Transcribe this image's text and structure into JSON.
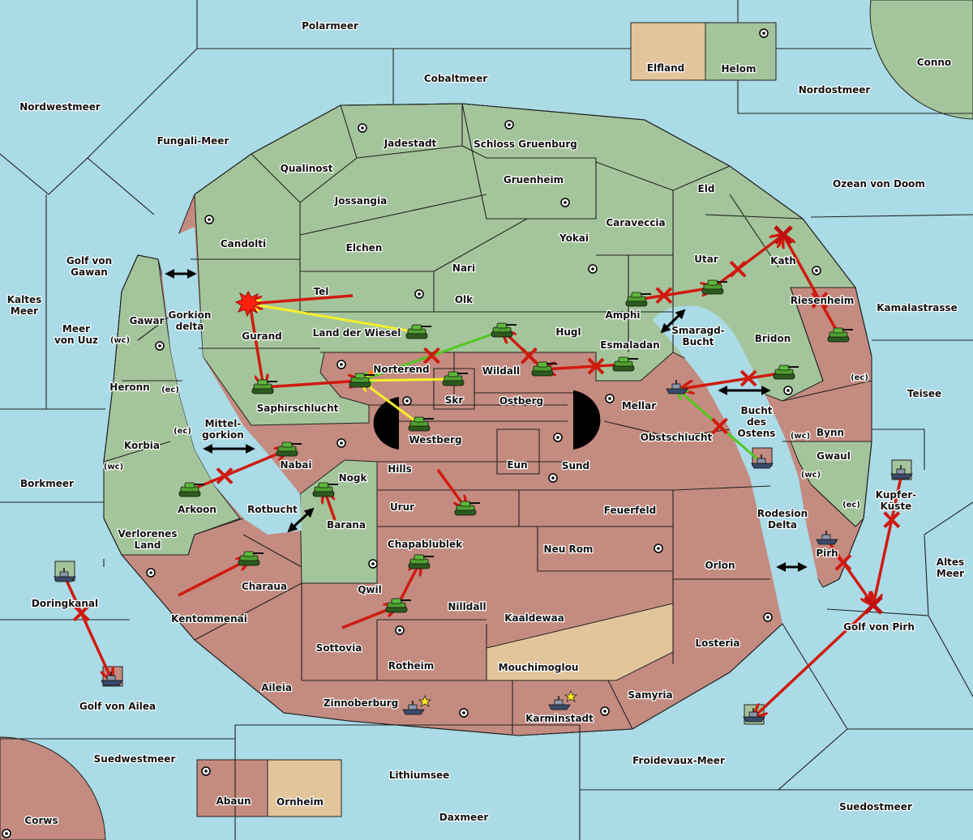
{
  "colors": {
    "sea": "#aadbe7",
    "land_green": "#a4c59b",
    "land_red": "#c48b80",
    "land_tan": "#e3c59c",
    "move_order": "#d01a10",
    "support_order": "#f4f02a",
    "convoy_order": "#50c820",
    "failed_mark": "#d01a10"
  },
  "labels": [
    [
      "Polarmeer"
    ],
    [
      "Cobaltmeer"
    ],
    [
      "Elfland"
    ],
    [
      "Helom"
    ],
    [
      "Conno"
    ],
    [
      "Nordostmeer"
    ],
    [
      "Nordwestmeer"
    ],
    [
      "Fungali-Meer"
    ],
    [
      "Jadestadt"
    ],
    [
      "Schloss Gruenburg"
    ],
    [
      "Qualinost"
    ],
    [
      "Gruenheim"
    ],
    [
      "Eld"
    ],
    [
      "Ozean von Doom"
    ],
    [
      "Jossangia"
    ],
    [
      "Caraveccia"
    ],
    [
      "Candolti"
    ],
    [
      "Yokai"
    ],
    [
      "Elchen"
    ],
    [
      "Golf von",
      "Gawan"
    ],
    [
      "Utar"
    ],
    [
      "Kath"
    ],
    [
      "Nari"
    ],
    [
      "Tel"
    ],
    [
      "Kaltes",
      "Meer"
    ],
    [
      "Olk"
    ],
    [
      "Riesenheim"
    ],
    [
      "Kamalastrasse"
    ],
    [
      "Amphi"
    ],
    [
      "Gawar"
    ],
    [
      "Gorkion",
      "delta"
    ],
    [
      "Meer",
      "von Uuz"
    ],
    [
      "(wc)"
    ],
    [
      "Land der Wiesel"
    ],
    [
      "Gurand"
    ],
    [
      "Hugl"
    ],
    [
      "Smaragd-",
      "Bucht"
    ],
    [
      "Bridon"
    ],
    [
      "Esmaladan"
    ],
    [
      "Norterend"
    ],
    [
      "Wildall"
    ],
    [
      "(ec)"
    ],
    [
      "Heronn"
    ],
    [
      "(ec)"
    ],
    [
      "Teisee"
    ],
    [
      "Skr"
    ],
    [
      "Ostberg"
    ],
    [
      "Mellar"
    ],
    [
      "Saphirschlucht"
    ],
    [
      "Bucht",
      "des",
      "Ostens"
    ],
    [
      "Mittel-",
      "gorkion"
    ],
    [
      "(ec)"
    ],
    [
      "Bynn"
    ],
    [
      "(wc)"
    ],
    [
      "Westberg"
    ],
    [
      "Obstschlucht"
    ],
    [
      "Korbia"
    ],
    [
      "Gwaul"
    ],
    [
      "Nabai"
    ],
    [
      "(wc)"
    ],
    [
      "Eun"
    ],
    [
      "Sund"
    ],
    [
      "Hills"
    ],
    [
      "(wc)"
    ],
    [
      "Nogk"
    ],
    [
      "Borkmeer"
    ],
    [
      "Kupfer-",
      "Küste"
    ],
    [
      "Urur"
    ],
    [
      "Feuerfeld"
    ],
    [
      "Rotbucht"
    ],
    [
      "Arkoon"
    ],
    [
      "(ec)"
    ],
    [
      "Rodesion",
      "Delta"
    ],
    [
      "Barana"
    ],
    [
      "Verlorenes",
      "Land"
    ],
    [
      "Chapablublek"
    ],
    [
      "Neu Rom"
    ],
    [
      "Pirh"
    ],
    [
      "Altes",
      "Meer"
    ],
    [
      "Orlon"
    ],
    [
      "Charaua"
    ],
    [
      "Qwil"
    ],
    [
      "Doringkanal"
    ],
    [
      "Nilldall"
    ],
    [
      "Kentommenai"
    ],
    [
      "Kaaldewaa"
    ],
    [
      "Golf von Pirh"
    ],
    [
      "Losteria"
    ],
    [
      "Sottovia"
    ],
    [
      "Rotheim"
    ],
    [
      "Mouchimoglou"
    ],
    [
      "Aileia"
    ],
    [
      "Samyria"
    ],
    [
      "Zinnoberburg"
    ],
    [
      "Golf von Ailea"
    ],
    [
      "Suedwestmeer"
    ],
    [
      "Froidevaux-Meer"
    ],
    [
      "Karminstadt"
    ],
    [
      "Lithiumsee"
    ],
    [
      "Abaun"
    ],
    [
      "Ornheim"
    ],
    [
      "Suedostmeer"
    ],
    [
      "Daxmeer"
    ],
    [
      "Corws"
    ]
  ],
  "units": [
    {
      "type": "army",
      "location": "Land der Wiesel"
    },
    {
      "type": "army",
      "location": "Hugl"
    },
    {
      "type": "army",
      "location": "Wildall"
    },
    {
      "type": "army",
      "location": "Esmaladan"
    },
    {
      "type": "army",
      "location": "Amphi"
    },
    {
      "type": "army",
      "location": "Utar"
    },
    {
      "type": "army",
      "location": "Riesenheim"
    },
    {
      "type": "army",
      "location": "Bridon"
    },
    {
      "type": "army",
      "location": "Norterend"
    },
    {
      "type": "army",
      "location": "Skr"
    },
    {
      "type": "army",
      "location": "Westberg"
    },
    {
      "type": "army",
      "location": "Saphirschlucht"
    },
    {
      "type": "army",
      "location": "Nabai"
    },
    {
      "type": "army",
      "location": "Arkoon"
    },
    {
      "type": "army",
      "location": "Nogk"
    },
    {
      "type": "army",
      "location": "Urur"
    },
    {
      "type": "army",
      "location": "Charaua"
    },
    {
      "type": "army",
      "location": "Chapablublek"
    },
    {
      "type": "army",
      "location": "Qwil"
    },
    {
      "type": "fleet",
      "location": "Smaragd-Bucht"
    },
    {
      "type": "fleet",
      "location": "Bucht des Ostens"
    },
    {
      "type": "fleet",
      "location": "Kupfer-Küste"
    },
    {
      "type": "fleet",
      "location": "Pirh"
    },
    {
      "type": "fleet",
      "location": "Doringkanal"
    },
    {
      "type": "fleet",
      "location": "Golf von Ailea"
    },
    {
      "type": "fleet",
      "location": "Zinnoberburg"
    },
    {
      "type": "fleet",
      "location": "Karminstadt"
    },
    {
      "type": "fleet",
      "location": "Froidevaux-Meer"
    }
  ],
  "orders": [
    {
      "kind": "move",
      "from": "Tel",
      "to": "Gurand",
      "status": "ok"
    },
    {
      "kind": "move",
      "from": "Gurand",
      "to": "Saphirschlucht",
      "status": "ok"
    },
    {
      "kind": "move",
      "from": "Saphirschlucht",
      "to": "Norterend",
      "status": "ok"
    },
    {
      "kind": "move",
      "from": "Arkoon",
      "to": "Nabai",
      "status": "failed"
    },
    {
      "kind": "move",
      "from": "Barana",
      "to": "Nogk",
      "status": "ok"
    },
    {
      "kind": "move",
      "from": "Hills",
      "to": "Urur",
      "status": "ok"
    },
    {
      "kind": "move",
      "from": "Kentommenai",
      "to": "Charaua",
      "status": "ok"
    },
    {
      "kind": "move",
      "from": "Qwil",
      "to": "Chapablublek",
      "status": "ok"
    },
    {
      "kind": "move",
      "from": "Sottovia",
      "to": "Qwil",
      "status": "ok"
    },
    {
      "kind": "move",
      "from": "Wildall",
      "to": "Hugl",
      "status": "failed"
    },
    {
      "kind": "move",
      "from": "Esmaladan",
      "to": "Wildall",
      "status": "failed"
    },
    {
      "kind": "move",
      "from": "Bridon",
      "to": "Mellar",
      "status": "failed"
    },
    {
      "kind": "move",
      "from": "Amphi",
      "to": "Utar",
      "status": "failed"
    },
    {
      "kind": "move",
      "from": "Utar",
      "to": "Kath",
      "status": "failed"
    },
    {
      "kind": "move",
      "from": "Riesenheim",
      "to": "Kath",
      "status": "failed"
    },
    {
      "kind": "move",
      "from": "Pirh",
      "to": "Golf von Pirh",
      "status": "failed"
    },
    {
      "kind": "move",
      "from": "Kupfer-Küste",
      "to": "Golf von Pirh",
      "status": "failed"
    },
    {
      "kind": "move",
      "from": "Golf von Pirh",
      "to": "Froidevaux-Meer",
      "status": "ok"
    },
    {
      "kind": "move",
      "from": "Doringkanal",
      "to": "Golf von Ailea",
      "status": "failed"
    },
    {
      "kind": "support",
      "from": "Land der Wiesel",
      "to": "Gurand",
      "status": "ok"
    },
    {
      "kind": "support",
      "from": "Skr",
      "to": "Norterend",
      "status": "ok"
    },
    {
      "kind": "support",
      "from": "Westberg",
      "to": "Norterend",
      "status": "ok"
    },
    {
      "kind": "convoy",
      "from": "Hugl",
      "to": "Norterend",
      "status": "failed"
    },
    {
      "kind": "convoy",
      "from": "Bucht des Ostens",
      "to": "Smaragd-Bucht",
      "status": "failed"
    }
  ],
  "standoffs": [
    "Kath",
    "Golf von Pirh"
  ],
  "stars": [
    "Zinnoberburg",
    "Karminstadt"
  ]
}
